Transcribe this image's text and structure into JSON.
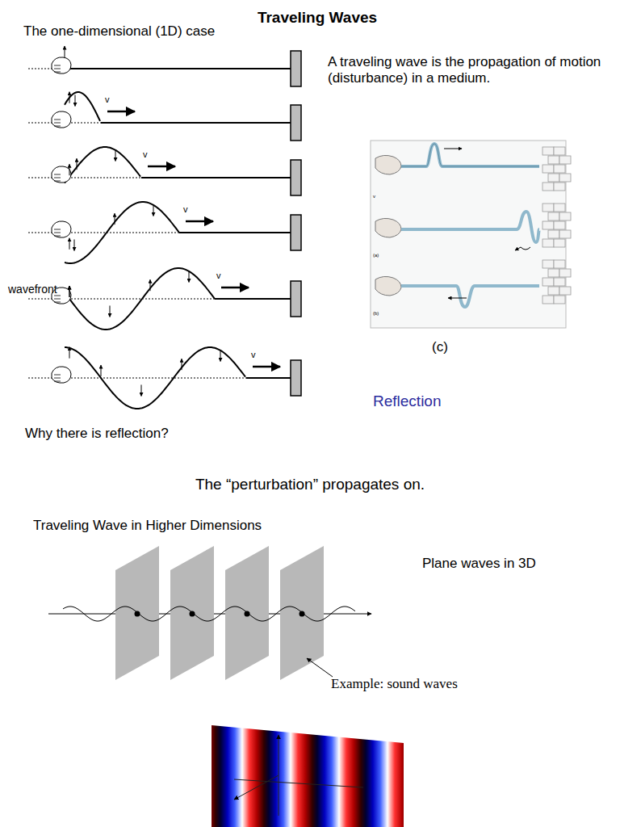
{
  "diagram": {
    "title": "Traveling Waves",
    "labels": [
      "The one-dimensional (1D) case",
      "A traveling wave is the propagation of motion (disturbance) in a medium.",
      "v",
      "v",
      "v",
      "v",
      "v",
      "v",
      "(a)",
      "(b)",
      "(c)",
      "Reflection",
      "Why there is reflection?",
      "The “perturbation” propagates on.",
      "Traveling Wave in Higher Dimensions",
      "Plane waves in 3D",
      "Example: sound waves",
      "wavefront"
    ]
  }
}
